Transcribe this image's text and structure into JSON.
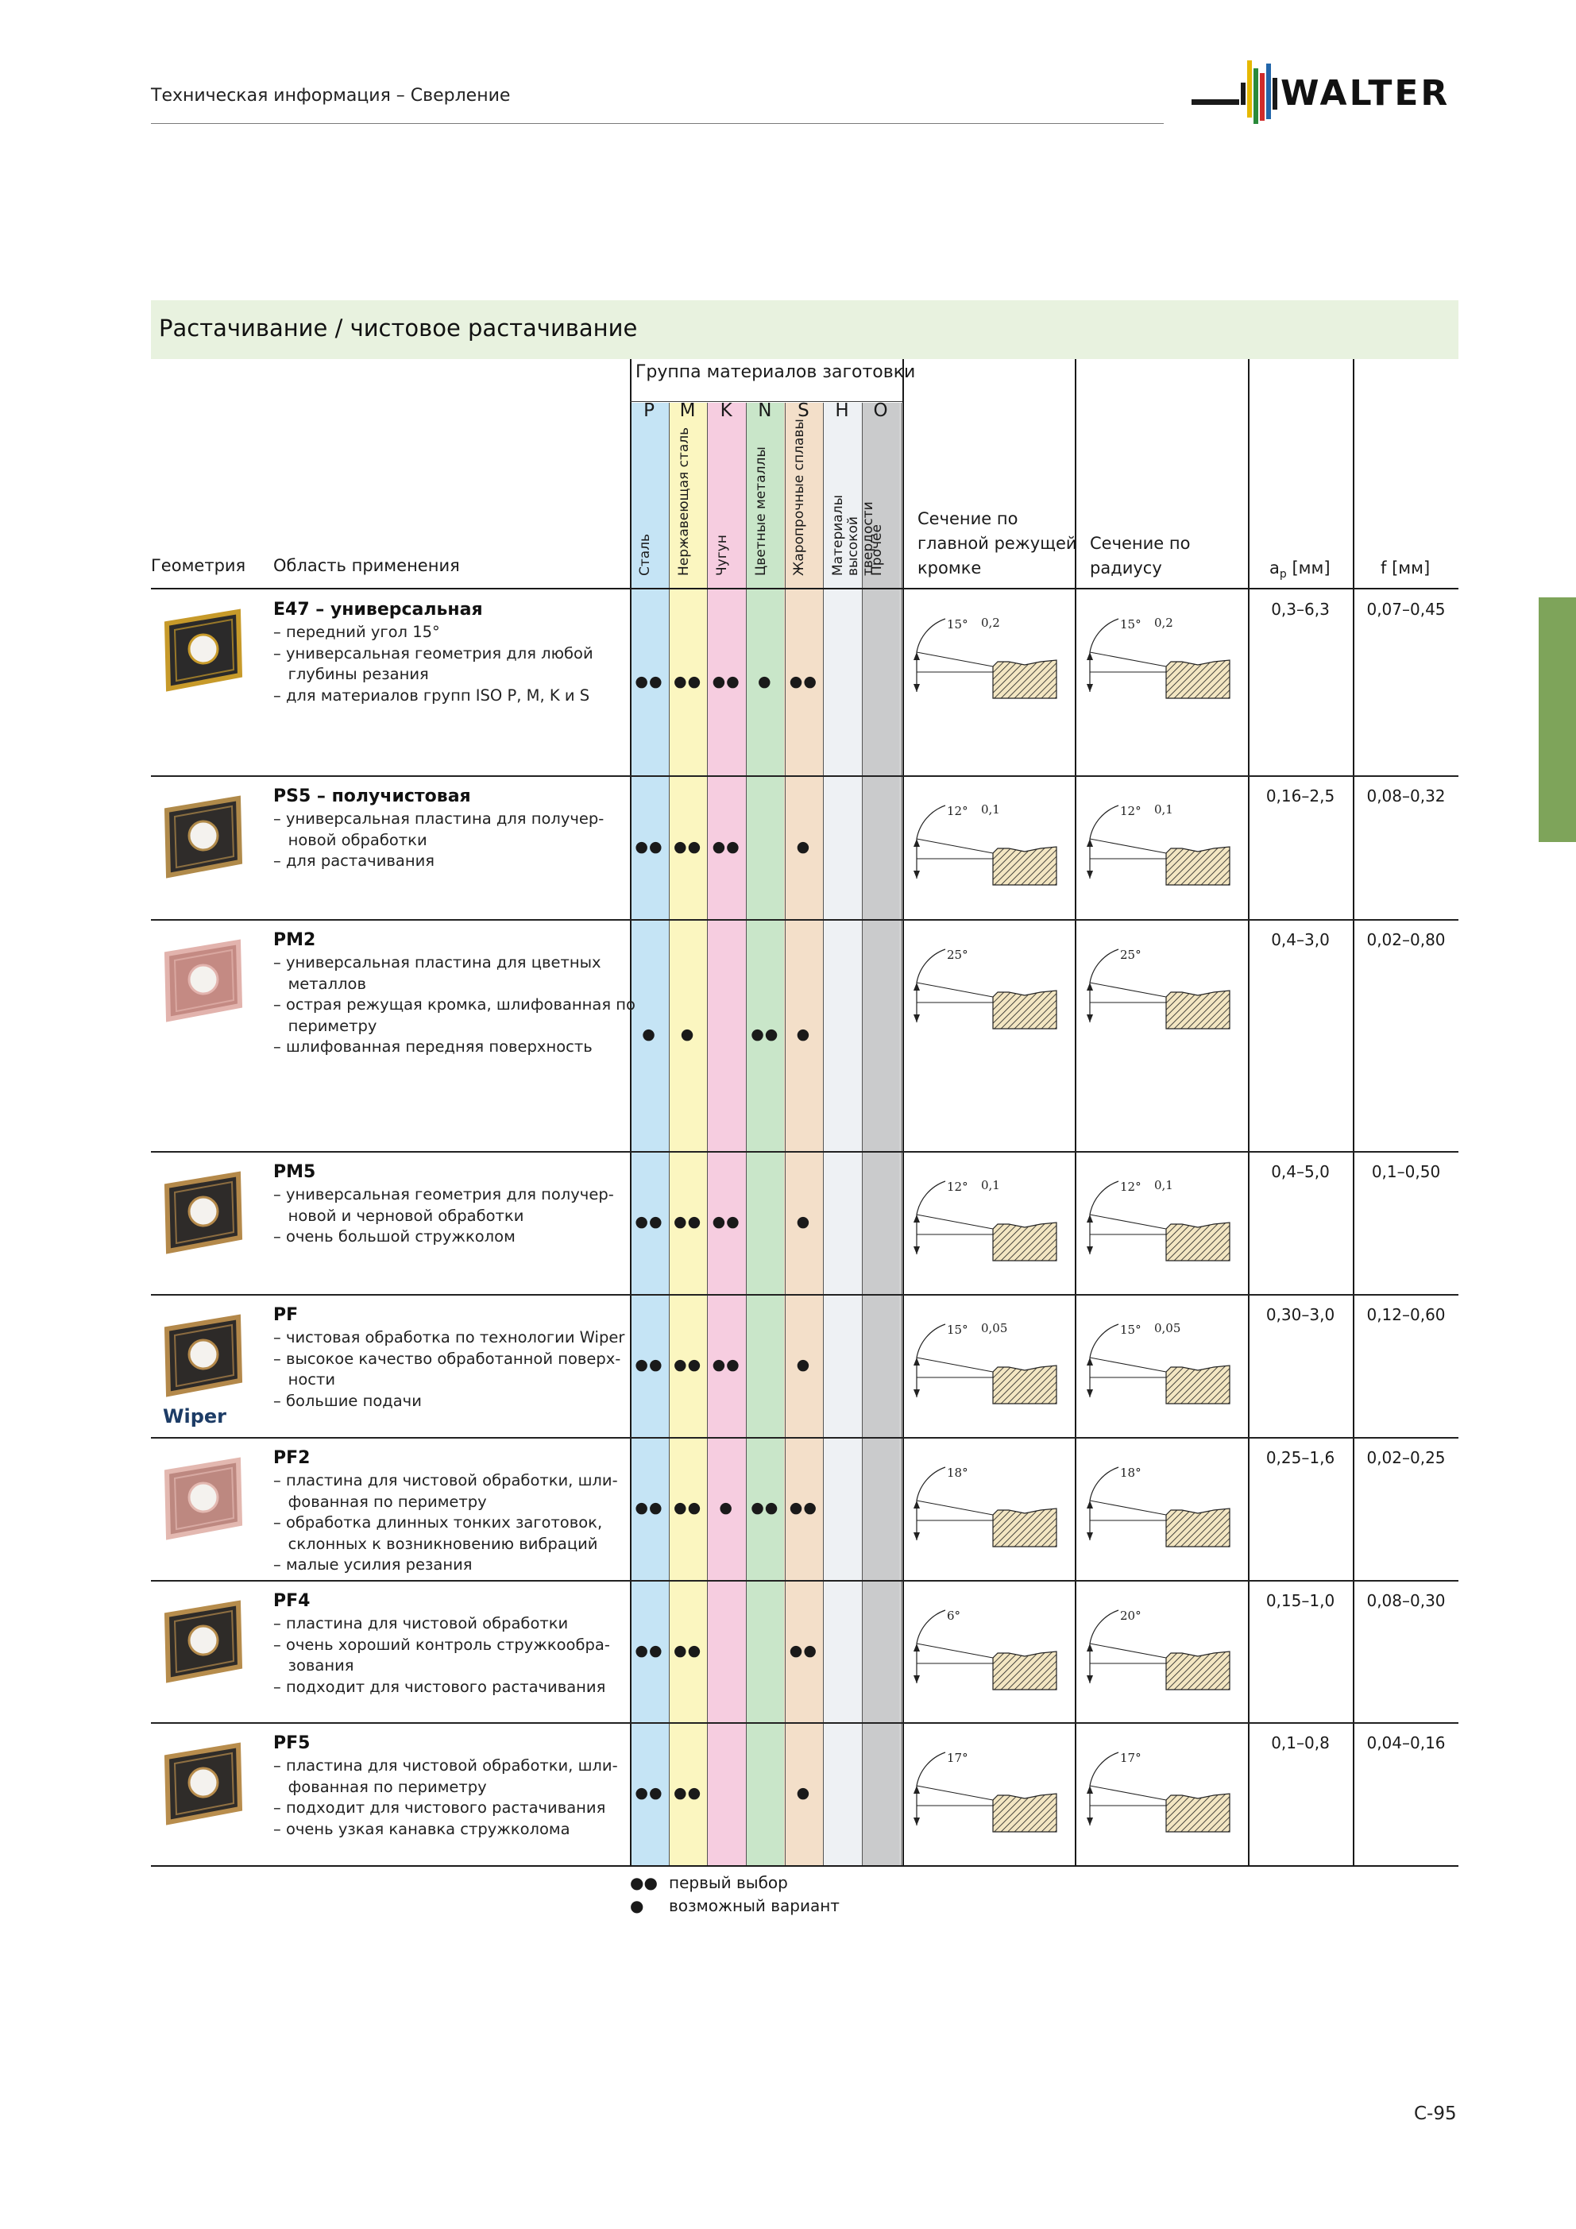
{
  "header": {
    "title": "Техническая информация – Сверление",
    "brand": "WALTER",
    "page_number": "C-95"
  },
  "section_title": "Растачивание / чистовое растачивание",
  "table": {
    "group_title": "Группа материалов заготовки",
    "geometry_label": "Геометрия",
    "area_label": "Область применения",
    "main_edge_label": [
      "Сечение по",
      "главной режущей",
      "кромке"
    ],
    "radius_label": [
      "Сечение по",
      "радиусу"
    ],
    "ap_label": "ap [мм]",
    "f_label": "f [мм]",
    "materials": [
      {
        "letter": "P",
        "name": "Сталь",
        "color": "#c5e4f5"
      },
      {
        "letter": "M",
        "name": "Нержавеющая сталь",
        "color": "#fbf6c0"
      },
      {
        "letter": "K",
        "name": "Чугун",
        "color": "#f6cde0"
      },
      {
        "letter": "N",
        "name": "Цветные металлы",
        "color": "#c9e6c9"
      },
      {
        "letter": "S",
        "name": "Жаропрочные сплавы",
        "color": "#f3dfc9"
      },
      {
        "letter": "H",
        "name": "Материалы высокой твердости",
        "color": "#eef1f4"
      },
      {
        "letter": "O",
        "name": "Прочее",
        "color": "#cacbcc"
      }
    ],
    "rows": [
      {
        "title": "E47 – универсальная",
        "items": [
          "– передний угол 15°",
          "– универсальная геометрия для любой",
          "   глубины резания",
          "– для материалов групп ISO P, M, K и S"
        ],
        "dots": [
          "●●",
          "●●",
          "●●",
          "●",
          "●●",
          "",
          ""
        ],
        "ap": "0,3–6,3",
        "f": "0,07–0,45",
        "insert_color": "#2b2a2a",
        "rim": "#c79a2a",
        "angle_main": "15°",
        "land_main": "0,2",
        "angle_rad": "15°",
        "land_rad": "0,2"
      },
      {
        "title": "PS5 – получистовая",
        "items": [
          "– универсальная пластина для получер-",
          "   новой обработки",
          "– для растачивания"
        ],
        "dots": [
          "●●",
          "●●",
          "●●",
          "",
          "●",
          "",
          ""
        ],
        "ap": "0,16–2,5",
        "f": "0,08–0,32",
        "insert_color": "#2f2c2a",
        "rim": "#b08a4a",
        "angle_main": "12°",
        "land_main": "0,1",
        "angle_rad": "12°",
        "land_rad": "0,1"
      },
      {
        "title": "PM2",
        "items": [
          "– универсальная пластина для цветных",
          "   металлов",
          "– острая режущая кромка, шлифованная по",
          "   периметру",
          "– шлифованная передняя поверхность"
        ],
        "dots": [
          "●",
          "●",
          "",
          "●●",
          "●",
          "",
          ""
        ],
        "ap": "0,4–3,0",
        "f": "0,02–0,80",
        "insert_color": "#c48a83",
        "rim": "#e2b3ad",
        "angle_main": "25°",
        "land_main": "",
        "angle_rad": "25°",
        "land_rad": ""
      },
      {
        "title": "PM5",
        "items": [
          "– универсальная геометрия для получер-",
          "   новой и черновой обработки",
          "– очень большой стружколом"
        ],
        "dots": [
          "●●",
          "●●",
          "●●",
          "",
          "●",
          "",
          ""
        ],
        "ap": "0,4–5,0",
        "f": "0,1–0,50",
        "insert_color": "#2e2b29",
        "rim": "#b4894a",
        "angle_main": "12°",
        "land_main": "0,1",
        "angle_rad": "12°",
        "land_rad": "0,1"
      },
      {
        "title": "PF",
        "items": [
          "– чистовая обработка по технологии Wiper",
          "– высокое качество обработанной поверх-",
          "   ности",
          "– большие подачи"
        ],
        "dots": [
          "●●",
          "●●",
          "●●",
          "",
          "●",
          "",
          ""
        ],
        "ap": "0,30–3,0",
        "f": "0,12–0,60",
        "insert_color": "#2d2a28",
        "rim": "#b3884a",
        "angle_main": "15°",
        "land_main": "0,05",
        "angle_rad": "15°",
        "land_rad": "0,05",
        "badge": "Wiper"
      },
      {
        "title": "PF2",
        "items": [
          "– пластина для чистовой обработки, шли-",
          "   фованная по периметру",
          "– обработка длинных тонких заготовок,",
          "   склонных к возникновению вибраций",
          "– малые усилия резания"
        ],
        "dots": [
          "●●",
          "●●",
          "●",
          "●●",
          "●●",
          "",
          ""
        ],
        "ap": "0,25–1,6",
        "f": "0,02–0,25",
        "insert_color": "#bd8880",
        "rim": "#e3b8b0",
        "angle_main": "18°",
        "land_main": "",
        "angle_rad": "18°",
        "land_rad": ""
      },
      {
        "title": "PF4",
        "items": [
          "– пластина для чистовой обработки",
          "– очень хороший контроль стружкообра-",
          "   зования",
          "– подходит для чистового растачивания"
        ],
        "dots": [
          "●●",
          "●●",
          "",
          "",
          "●●",
          "",
          ""
        ],
        "ap": "0,15–1,0",
        "f": "0,08–0,30",
        "insert_color": "#2e2b28",
        "rim": "#b68c4c",
        "angle_main": "6°",
        "land_main": "",
        "angle_rad": "20°",
        "land_rad": ""
      },
      {
        "title": "PF5",
        "items": [
          "– пластина для чистовой обработки, шли-",
          "   фованная по периметру",
          "– подходит для чистового растачивания",
          "– очень узкая канавка стружколома"
        ],
        "dots": [
          "●●",
          "●●",
          "",
          "",
          "●",
          "",
          ""
        ],
        "ap": "0,1–0,8",
        "f": "0,04–0,16",
        "insert_color": "#2f2c29",
        "rim": "#b88d4d",
        "angle_main": "17°",
        "land_main": "",
        "angle_rad": "17°",
        "land_rad": ""
      }
    ]
  },
  "legend": [
    {
      "symbol": "●●",
      "text": "первый выбор"
    },
    {
      "symbol": "●",
      "text": "возможный вариант"
    }
  ]
}
